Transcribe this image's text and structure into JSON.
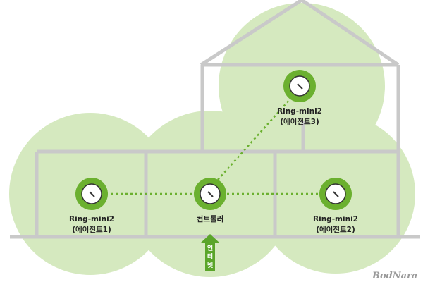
{
  "colors": {
    "coverage": "#d5e9bf",
    "wall": "#c9c9c9",
    "device_ring": "#6bb02f",
    "link": "#6bb02f",
    "arrow": "#5aa52a"
  },
  "nodes": {
    "agent1": {
      "line1": "Ring-mini2",
      "line2": "(에이전트1)"
    },
    "controller": {
      "line1": "컨트롤러"
    },
    "agent2": {
      "line1": "Ring-mini2",
      "line2": "(에이전트2)"
    },
    "agent3": {
      "line1": "Ring-mini2",
      "line2": "(에이전트3)"
    }
  },
  "internet": {
    "chars": [
      "인",
      "터",
      "넷"
    ]
  },
  "watermark": "BodNara"
}
